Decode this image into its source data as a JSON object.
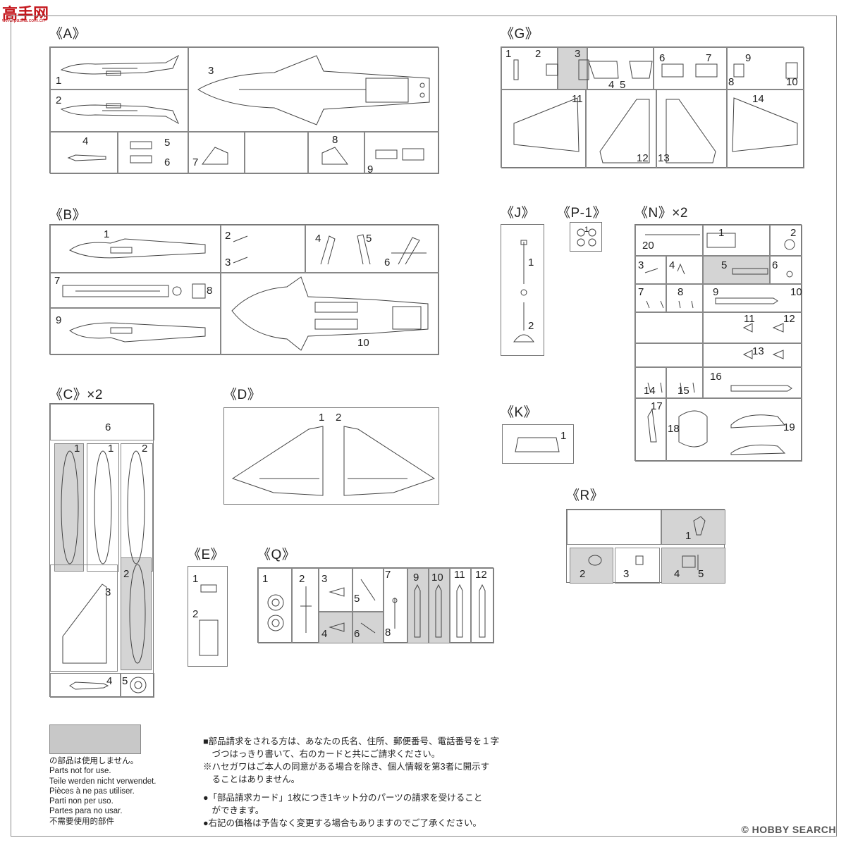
{
  "watermark": {
    "logo_text": "高手网",
    "logo_url": "www.pasha.com.cn"
  },
  "sprues": {
    "A": {
      "label": "《A》",
      "parts": [
        "1",
        "2",
        "3",
        "4",
        "5",
        "6",
        "7",
        "8",
        "9"
      ]
    },
    "B": {
      "label": "《B》",
      "parts": [
        "1",
        "2",
        "3",
        "4",
        "5",
        "6",
        "7",
        "8",
        "9",
        "10"
      ]
    },
    "C": {
      "label": "《C》×2",
      "parts": [
        "6",
        "1",
        "1",
        "2",
        "3",
        "2",
        "4",
        "5"
      ]
    },
    "D": {
      "label": "《D》",
      "parts": [
        "1",
        "2"
      ]
    },
    "E": {
      "label": "《E》",
      "parts": [
        "1",
        "2"
      ]
    },
    "G": {
      "label": "《G》",
      "parts": [
        "1",
        "2",
        "3",
        "4",
        "5",
        "6",
        "7",
        "8",
        "9",
        "10",
        "11",
        "12",
        "13",
        "14"
      ]
    },
    "J": {
      "label": "《J》",
      "parts": [
        "1",
        "2"
      ]
    },
    "K": {
      "label": "《K》",
      "parts": [
        "1"
      ]
    },
    "P1": {
      "label": "《P-1》",
      "parts": [
        "1"
      ]
    },
    "N": {
      "label": "《N》×2",
      "parts": [
        "20",
        "1",
        "2",
        "3",
        "4",
        "5",
        "6",
        "7",
        "8",
        "9",
        "10",
        "11",
        "12",
        "13",
        "14",
        "15",
        "16",
        "17",
        "18",
        "19"
      ]
    },
    "Q": {
      "label": "《Q》",
      "parts": [
        "1",
        "2",
        "3",
        "4",
        "5",
        "6",
        "7",
        "8",
        "9",
        "10",
        "11",
        "12"
      ]
    },
    "R": {
      "label": "《R》",
      "parts": [
        "1",
        "2",
        "3",
        "4",
        "5"
      ]
    }
  },
  "legend": {
    "swatch_color": "#c8c8c8",
    "lines": [
      "の部品は使用しません。",
      "Parts not for use.",
      "Teile werden nicht verwendet.",
      "Pièces à ne pas utiliser.",
      "Parti non per uso.",
      "Partes para no usar.",
      "不需要使用的部件"
    ]
  },
  "notes": [
    "■部品請求をされる方は、あなたの氏名、住所、郵便番号、電話番号を１字",
    "　づつはっきり書いて、右のカードと共にご請求ください。",
    "※ハセガワはご本人の同意がある場合を除き、個人情報を第3者に開示す",
    "　ることはありません。",
    "",
    "●「部品請求カード」1枚につき1キット分のパーツの請求を受けること",
    "　ができます。",
    "●右記の価格は予告なく変更する場合もありますのでご了承ください。"
  ],
  "credit": "© HOBBY SEARCH"
}
